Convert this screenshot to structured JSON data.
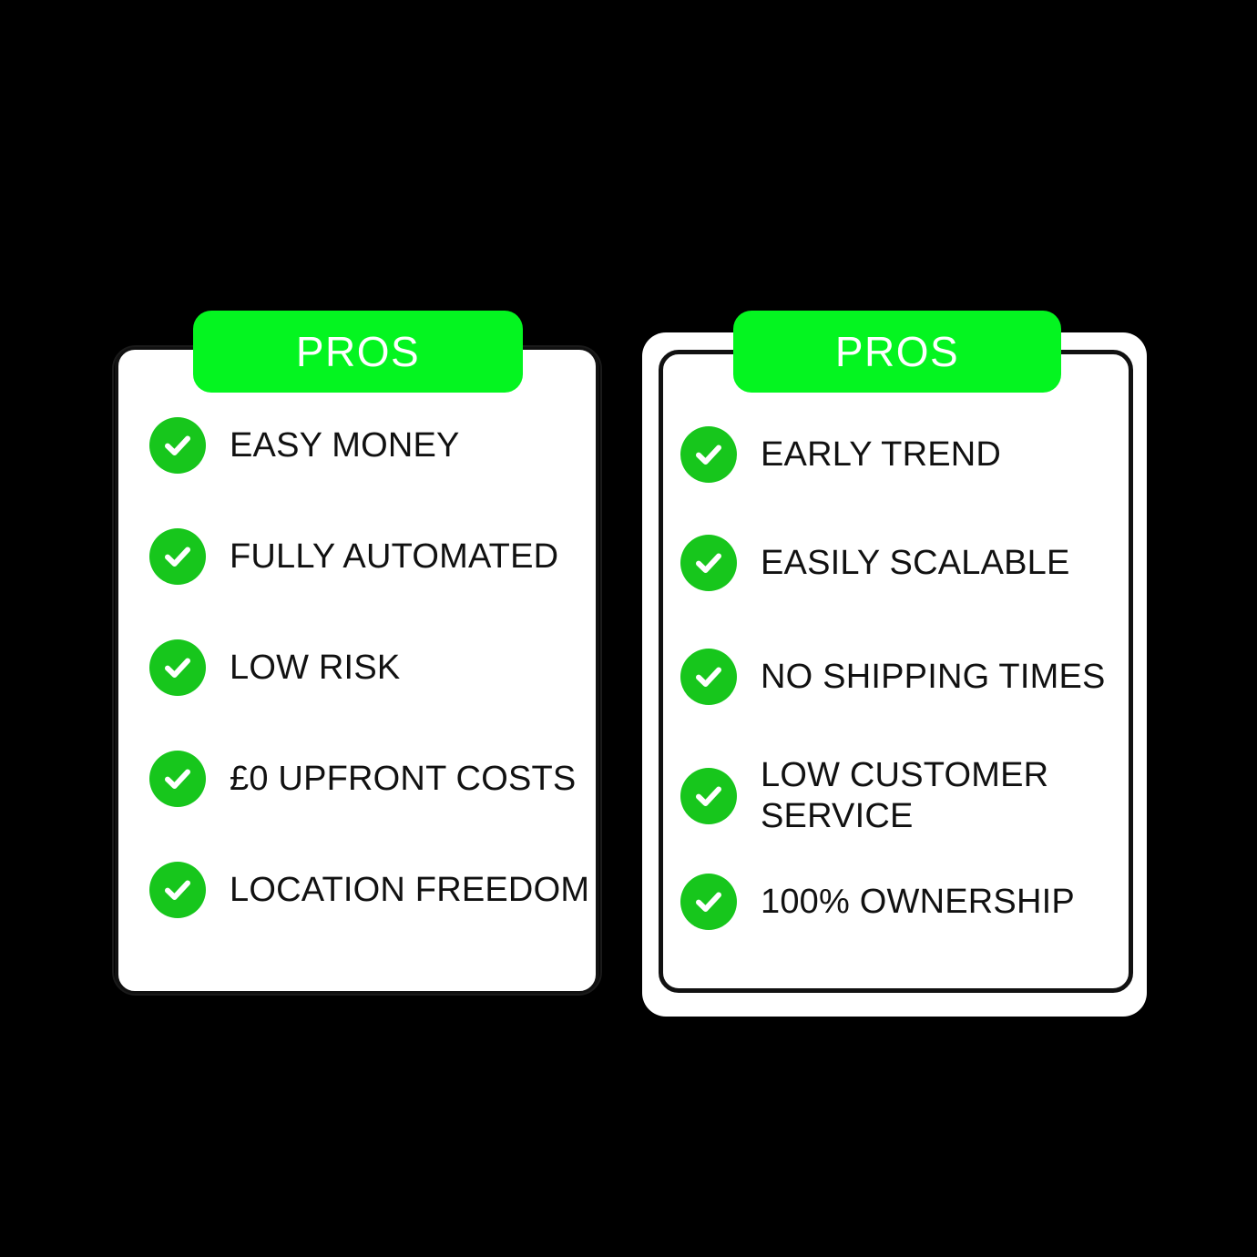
{
  "background_color": "#000000",
  "theme": {
    "badge_green": "#04f520",
    "check_green": "#17c61c",
    "card_background": "#ffffff",
    "card_border": "#111111",
    "text_color": "#111111",
    "badge_text_color": "#ffffff"
  },
  "cards": [
    {
      "id": "left",
      "badge_label": "PROS",
      "items": [
        {
          "icon": "check-circle-icon",
          "label": "EASY MONEY"
        },
        {
          "icon": "check-circle-icon",
          "label": "FULLY AUTOMATED"
        },
        {
          "icon": "check-circle-icon",
          "label": "LOW RISK"
        },
        {
          "icon": "check-circle-icon",
          "label": "£0 UPFRONT COSTS"
        },
        {
          "icon": "check-circle-icon",
          "label": "LOCATION FREEDOM"
        }
      ]
    },
    {
      "id": "right",
      "badge_label": "PROS",
      "items": [
        {
          "icon": "check-circle-icon",
          "label": "EARLY TREND"
        },
        {
          "icon": "check-circle-icon",
          "label": "EASILY SCALABLE"
        },
        {
          "icon": "check-circle-icon",
          "label": "NO SHIPPING TIMES"
        },
        {
          "icon": "check-circle-icon",
          "label": "LOW CUSTOMER\nSERVICE"
        },
        {
          "icon": "check-circle-icon",
          "label": "100% OWNERSHIP"
        }
      ]
    }
  ]
}
